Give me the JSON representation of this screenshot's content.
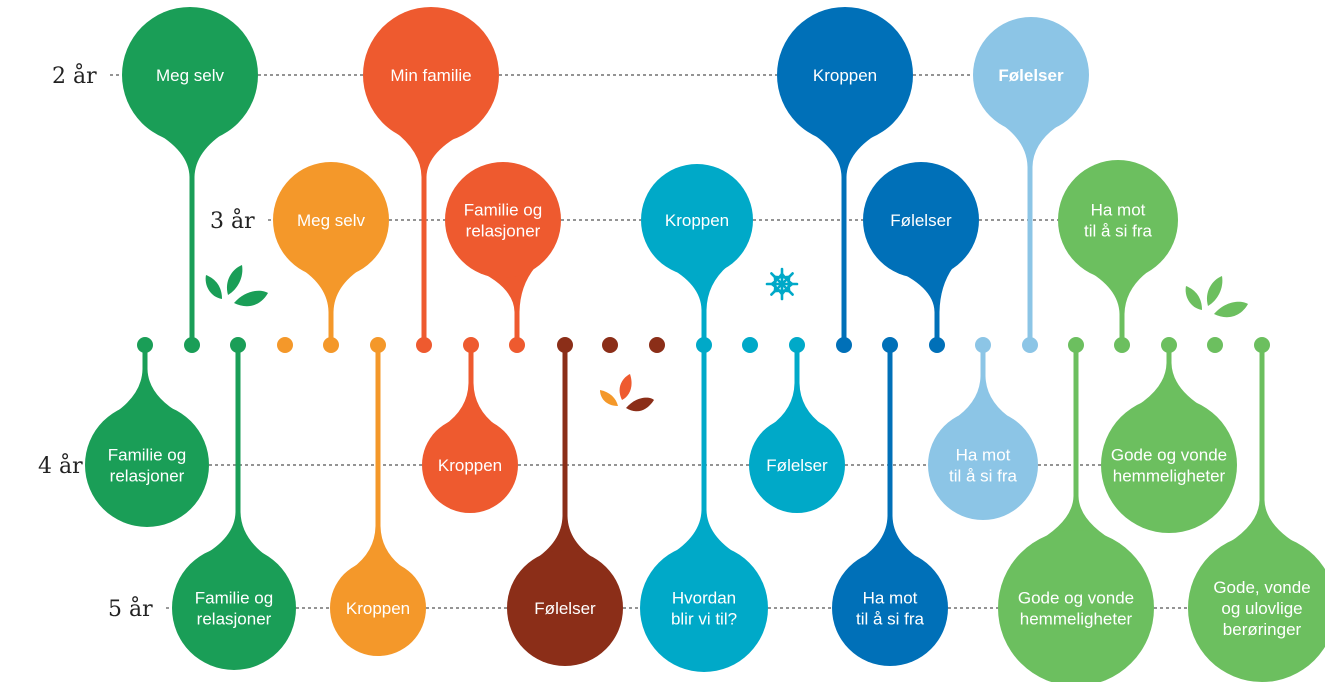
{
  "colors": {
    "green": "#1a9e57",
    "red": "#ee5a2f",
    "orange": "#f4982a",
    "brown": "#8b2e18",
    "teal": "#00a9c8",
    "blue": "#0070b8",
    "lightblue": "#8cc5e6",
    "lightgreen": "#6cbf5f",
    "line": "#555555"
  },
  "rows": [
    {
      "label": "2 år",
      "bubbles": [
        "Meg selv",
        "Min familie",
        "Kroppen",
        "Følelser"
      ]
    },
    {
      "label": "3 år",
      "bubbles": [
        "Meg selv",
        "Familie og\nrelasjoner",
        "Kroppen",
        "Følelser",
        "Ha mot\ntil å si fra"
      ]
    },
    {
      "label": "4 år",
      "bubbles": [
        "Familie og\nrelasjoner",
        "Kroppen",
        "Følelser",
        "Ha mot\ntil å si fra",
        "Gode og vonde\nhemmeligheter"
      ]
    },
    {
      "label": "5 år",
      "bubbles": [
        "Familie og\nrelasjoner",
        "Kroppen",
        "Følelser",
        "Hvordan\nblir vi til?",
        "Ha mot\ntil å si fra",
        "Gode og vonde\nhemmeligheter",
        "Gode, vonde\nog ulovlige\nberøringer"
      ]
    }
  ],
  "decor_icons": [
    "leaves-icon",
    "snowflake-icon",
    "autumn-leaves-icon",
    "leaves-icon"
  ]
}
